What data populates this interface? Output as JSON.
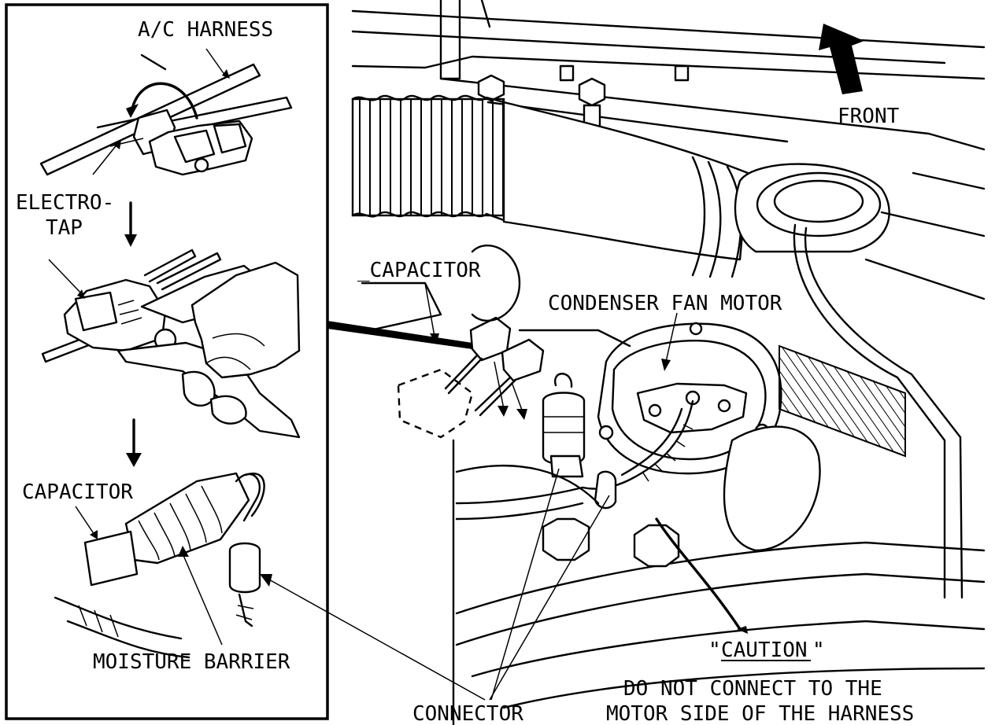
{
  "labels": {
    "ac_harness": "A/C HARNESS",
    "electro": "ELECTRO-",
    "tap": "TAP",
    "capacitor_inset": "CAPACITOR",
    "moisture_barrier": "MOISTURE BARRIER",
    "capacitor_main": "_CAPACITOR",
    "condenser_fan_motor": "CONDENSER FAN MOTOR",
    "front": "FRONT",
    "caution_open": "\"",
    "caution_word": "CAUTION",
    "caution_close": "\"",
    "warning_line1": "DO NOT CONNECT TO THE",
    "warning_line2": "MOTOR SIDE OF THE HARNESS",
    "connector": "CONNECTOR"
  }
}
